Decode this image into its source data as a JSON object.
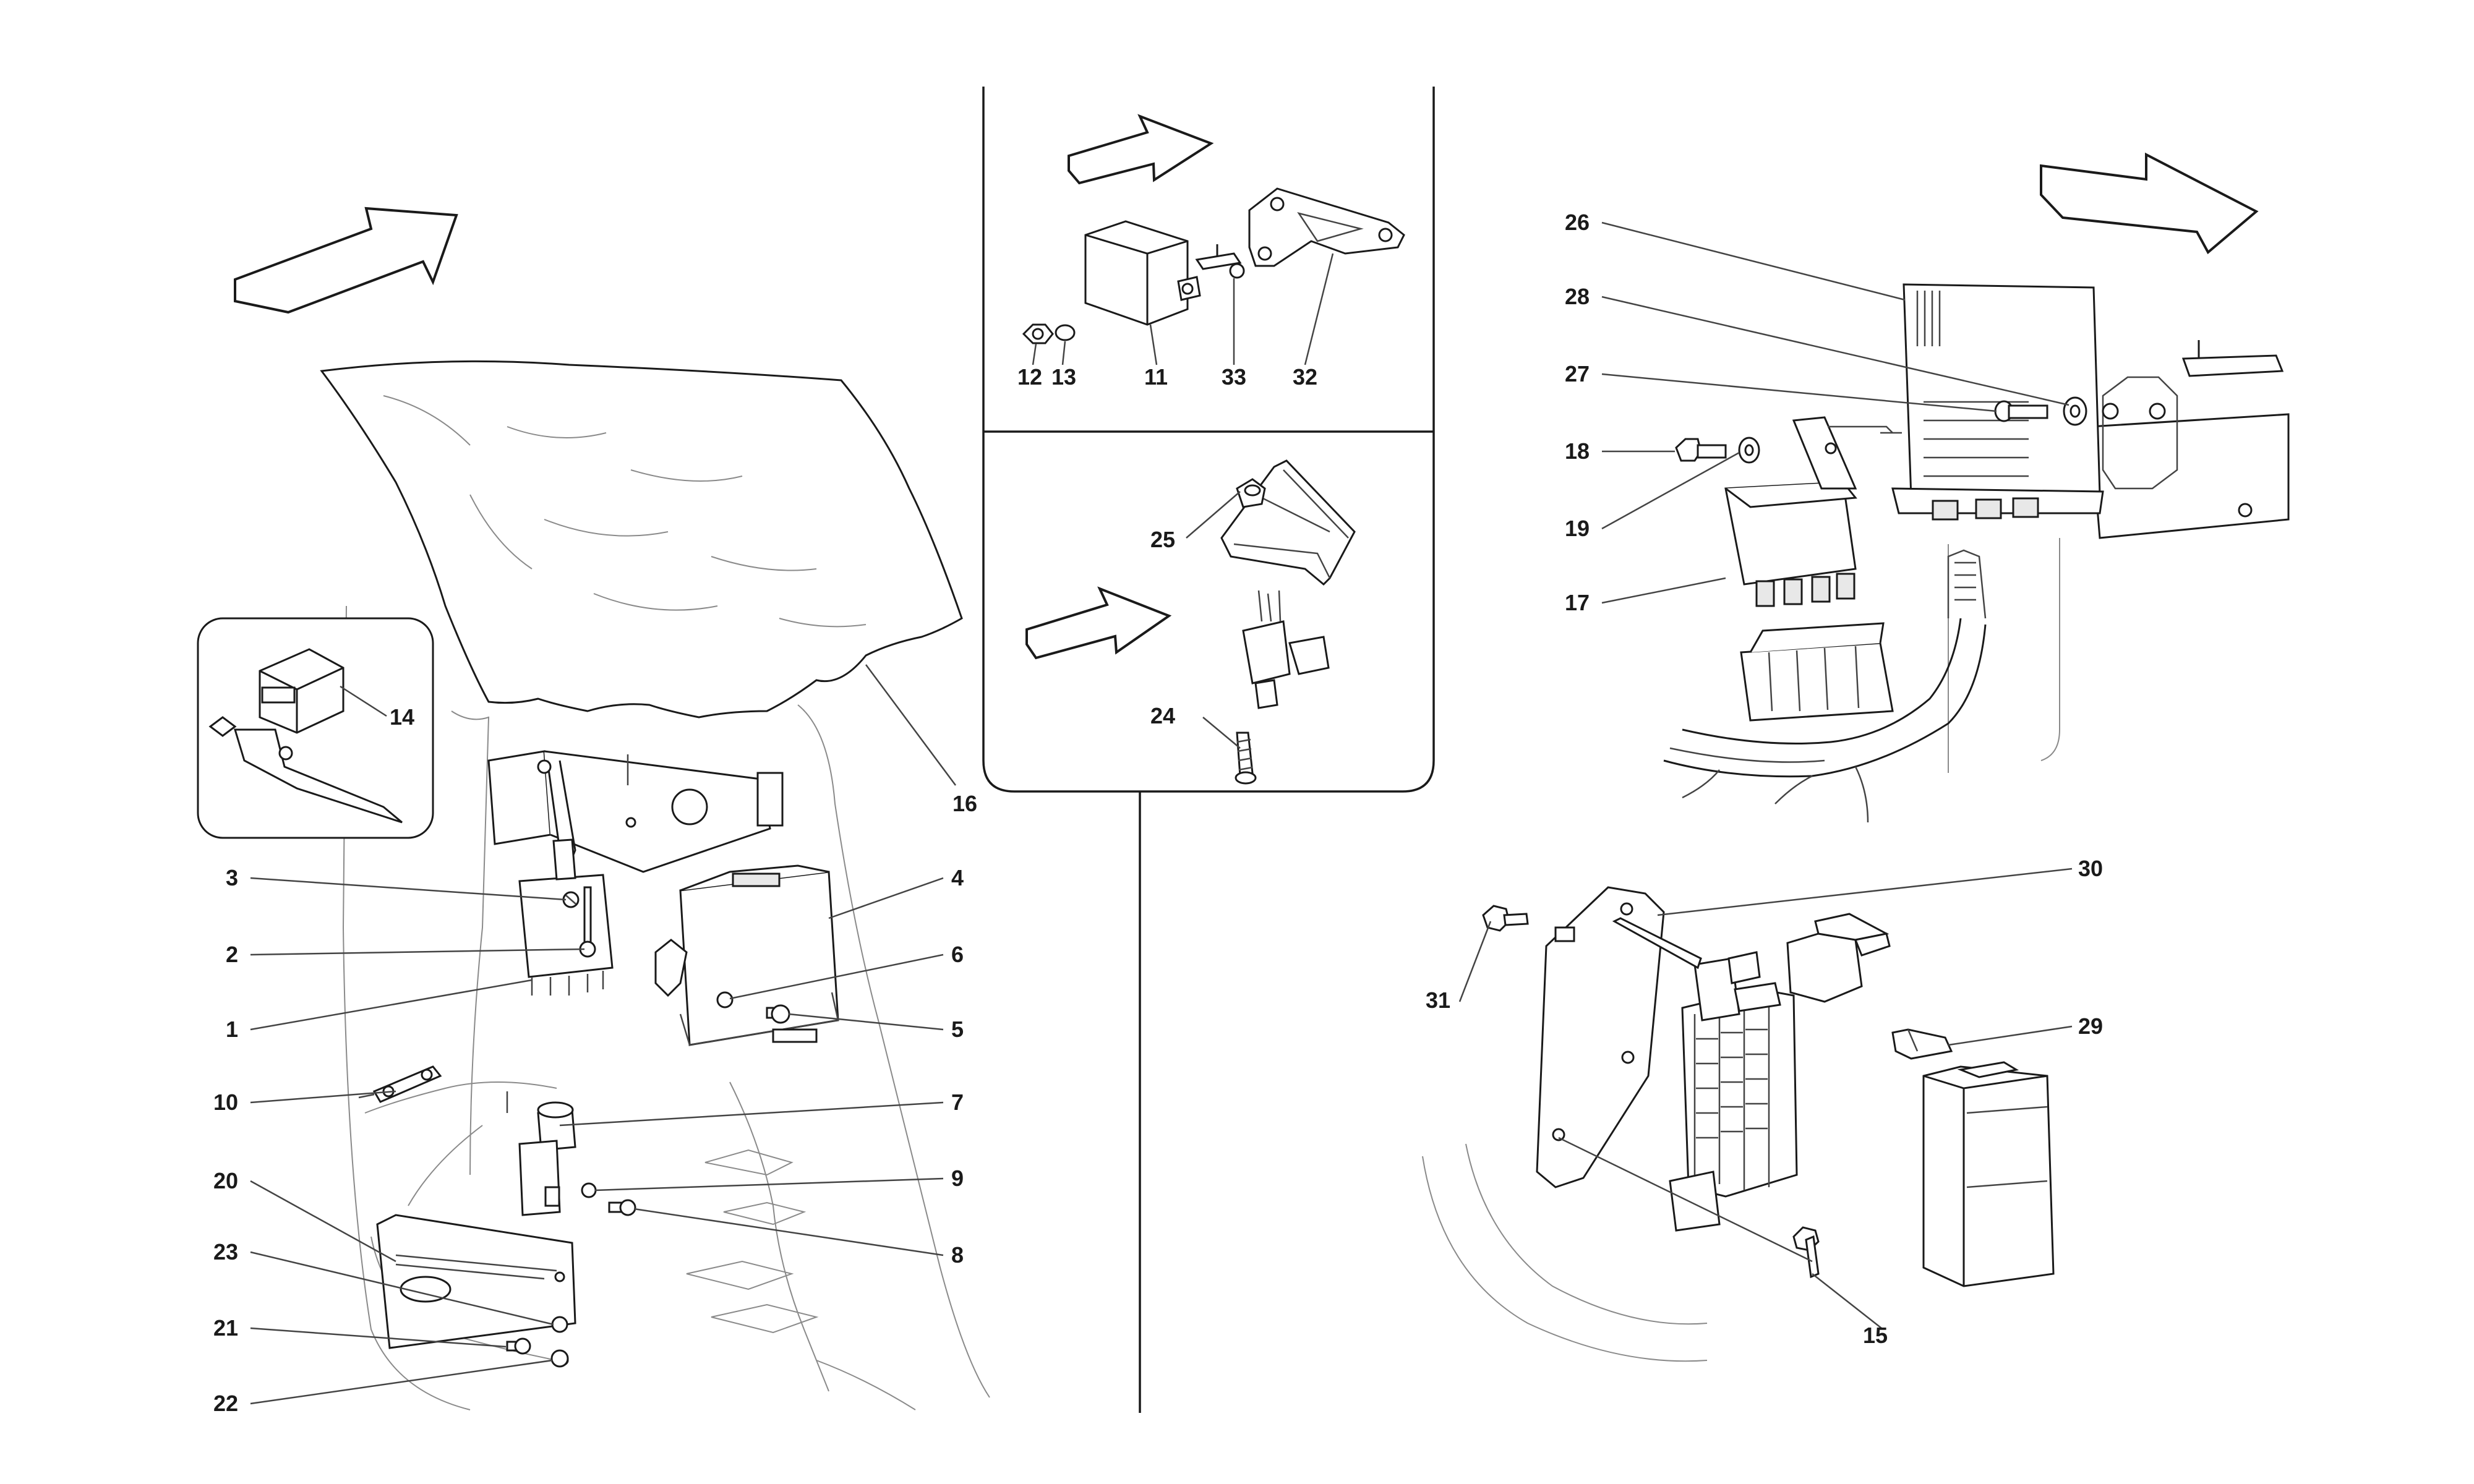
{
  "diagram": {
    "labels": {
      "l1": "1",
      "l2": "2",
      "l3": "3",
      "l4": "4",
      "l5": "5",
      "l6": "6",
      "l7": "7",
      "l8": "8",
      "l9": "9",
      "l10": "10",
      "l11": "11",
      "l12": "12",
      "l13": "13",
      "l14": "14",
      "l15": "15",
      "l16": "16",
      "l17": "17",
      "l18": "18",
      "l19": "19",
      "l20": "20",
      "l21": "21",
      "l22": "22",
      "l23": "23",
      "l24": "24",
      "l25": "25",
      "l26": "26",
      "l27": "27",
      "l28": "28",
      "l29": "29",
      "l30": "30",
      "l31": "31",
      "l32": "32",
      "l33": "33"
    }
  }
}
